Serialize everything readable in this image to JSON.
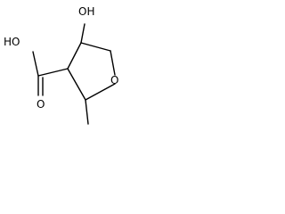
{
  "molecule": {
    "labels": {
      "hydroxyl_oh": "OH",
      "carboxyl_ho": "HO",
      "carbonyl_o": "O",
      "ring_o": "O"
    }
  }
}
